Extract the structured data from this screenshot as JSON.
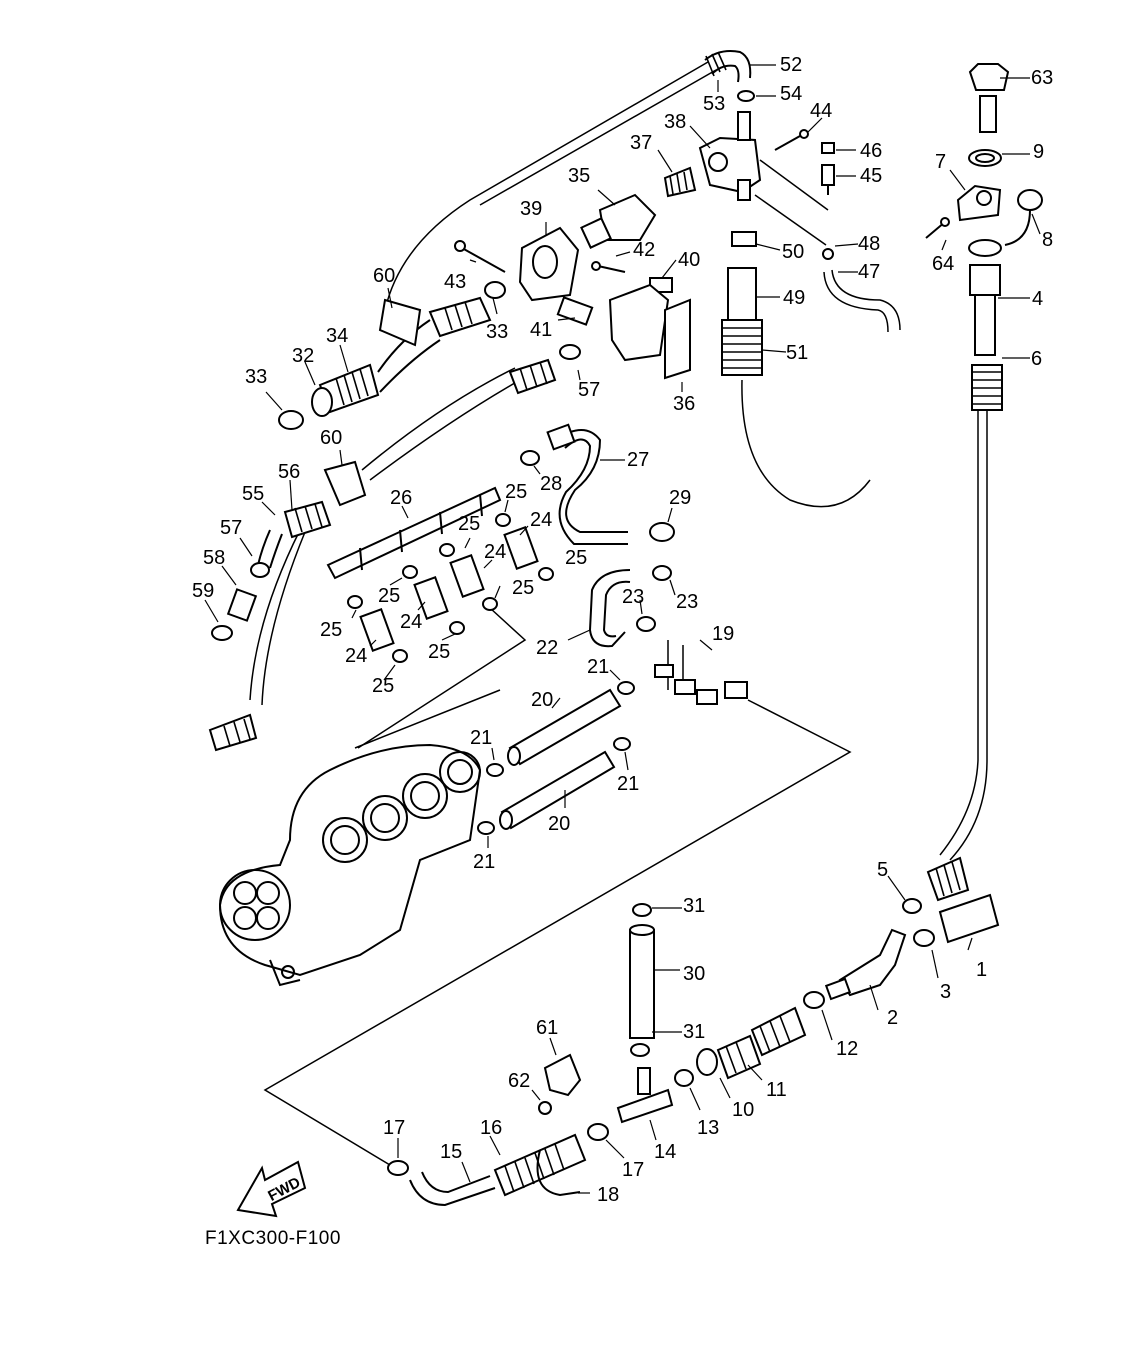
{
  "diagram": {
    "code": "F1XC300-F100",
    "fwd_label": "FWD",
    "callouts": [
      {
        "id": "c52",
        "label": "52"
      },
      {
        "id": "c53",
        "label": "53"
      },
      {
        "id": "c54",
        "label": "54"
      },
      {
        "id": "c63",
        "label": "63"
      },
      {
        "id": "c44",
        "label": "44"
      },
      {
        "id": "c38",
        "label": "38"
      },
      {
        "id": "c37",
        "label": "37"
      },
      {
        "id": "c46",
        "label": "46"
      },
      {
        "id": "c45",
        "label": "45"
      },
      {
        "id": "c9",
        "label": "9"
      },
      {
        "id": "c7",
        "label": "7"
      },
      {
        "id": "c35",
        "label": "35"
      },
      {
        "id": "c39",
        "label": "39"
      },
      {
        "id": "c8",
        "label": "8"
      },
      {
        "id": "c48",
        "label": "48"
      },
      {
        "id": "c50",
        "label": "50"
      },
      {
        "id": "c42",
        "label": "42"
      },
      {
        "id": "c64",
        "label": "64"
      },
      {
        "id": "c43",
        "label": "43"
      },
      {
        "id": "c40",
        "label": "40"
      },
      {
        "id": "c47",
        "label": "47"
      },
      {
        "id": "c60a",
        "label": "60"
      },
      {
        "id": "c49",
        "label": "49"
      },
      {
        "id": "c4",
        "label": "4"
      },
      {
        "id": "c41",
        "label": "41"
      },
      {
        "id": "c33a",
        "label": "33"
      },
      {
        "id": "c34",
        "label": "34"
      },
      {
        "id": "c51",
        "label": "51"
      },
      {
        "id": "c32",
        "label": "32"
      },
      {
        "id": "c6",
        "label": "6"
      },
      {
        "id": "c57a",
        "label": "57"
      },
      {
        "id": "c33b",
        "label": "33"
      },
      {
        "id": "c36",
        "label": "36"
      },
      {
        "id": "c60b",
        "label": "60"
      },
      {
        "id": "c27",
        "label": "27"
      },
      {
        "id": "c28",
        "label": "28"
      },
      {
        "id": "c26",
        "label": "26"
      },
      {
        "id": "c55",
        "label": "55"
      },
      {
        "id": "c56",
        "label": "56"
      },
      {
        "id": "c25a",
        "label": "25"
      },
      {
        "id": "c29",
        "label": "29"
      },
      {
        "id": "c24a",
        "label": "24"
      },
      {
        "id": "c57b",
        "label": "57"
      },
      {
        "id": "c25b",
        "label": "25"
      },
      {
        "id": "c24b",
        "label": "24"
      },
      {
        "id": "c25c",
        "label": "25"
      },
      {
        "id": "c58",
        "label": "58"
      },
      {
        "id": "c25d",
        "label": "25"
      },
      {
        "id": "c25e",
        "label": "25"
      },
      {
        "id": "c59",
        "label": "59"
      },
      {
        "id": "c23a",
        "label": "23"
      },
      {
        "id": "c23b",
        "label": "23"
      },
      {
        "id": "c24c",
        "label": "24"
      },
      {
        "id": "c25f",
        "label": "25"
      },
      {
        "id": "c25g",
        "label": "25"
      },
      {
        "id": "c24d",
        "label": "24"
      },
      {
        "id": "c19",
        "label": "19"
      },
      {
        "id": "c22",
        "label": "22"
      },
      {
        "id": "c25h",
        "label": "25"
      },
      {
        "id": "c21a",
        "label": "21"
      },
      {
        "id": "c20a",
        "label": "20"
      },
      {
        "id": "c21b",
        "label": "21"
      },
      {
        "id": "c21c",
        "label": "21"
      },
      {
        "id": "c20b",
        "label": "20"
      },
      {
        "id": "c21d",
        "label": "21"
      },
      {
        "id": "c5",
        "label": "5"
      },
      {
        "id": "c31a",
        "label": "31"
      },
      {
        "id": "c1",
        "label": "1"
      },
      {
        "id": "c3",
        "label": "3"
      },
      {
        "id": "c30",
        "label": "30"
      },
      {
        "id": "c2",
        "label": "2"
      },
      {
        "id": "c61",
        "label": "61"
      },
      {
        "id": "c31b",
        "label": "31"
      },
      {
        "id": "c12",
        "label": "12"
      },
      {
        "id": "c62",
        "label": "62"
      },
      {
        "id": "c11",
        "label": "11"
      },
      {
        "id": "c10",
        "label": "10"
      },
      {
        "id": "c13",
        "label": "13"
      },
      {
        "id": "c17a",
        "label": "17"
      },
      {
        "id": "c16",
        "label": "16"
      },
      {
        "id": "c14",
        "label": "14"
      },
      {
        "id": "c15",
        "label": "15"
      },
      {
        "id": "c17b",
        "label": "17"
      },
      {
        "id": "c18",
        "label": "18"
      }
    ]
  }
}
